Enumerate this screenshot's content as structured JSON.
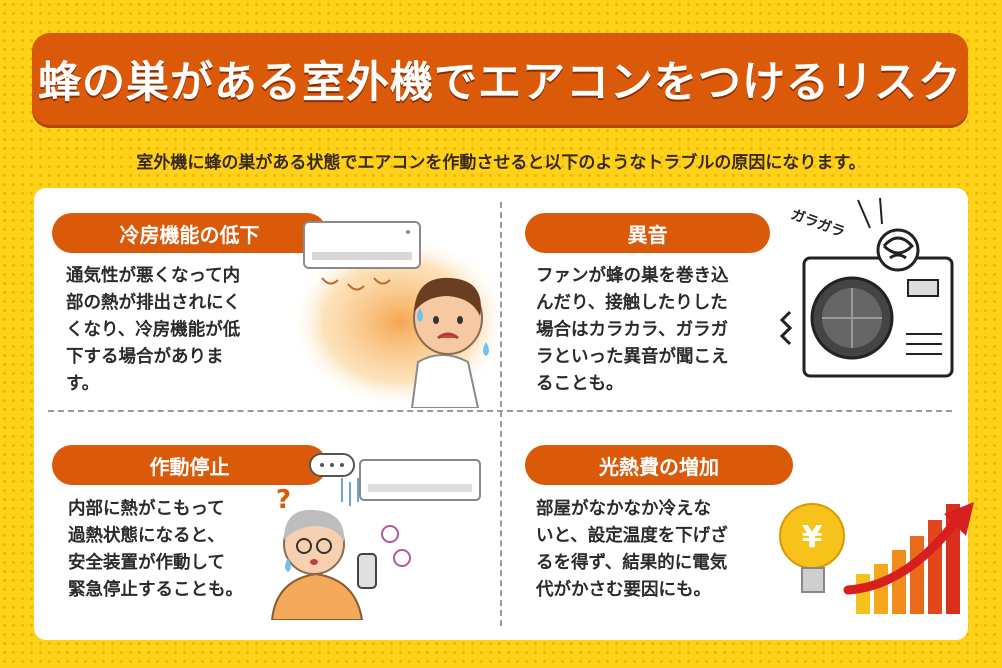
{
  "header": {
    "title": "蜂の巣がある室外機でエアコンをつけるリスク",
    "subtitle": "室外機に蜂の巣がある状態でエアコンを作動させると以下のようなトラブルの原因になります。"
  },
  "sections": [
    {
      "heading": "冷房機能の低下",
      "body": "通気性が悪くなって内\n部の熱が排出されにく\nくなり、冷房機能が低\n下する場合がありま\nす。",
      "illustration": "air-conditioner-hot-boy"
    },
    {
      "heading": "異音",
      "body": "ファンが蜂の巣を巻き込\nんだり、接触したりした\n場合はカラカラ、ガラガ\nラといった異音が聞こえ\nることも。",
      "illustration": "outdoor-unit-with-nest",
      "sound_label": "ガラガラ"
    },
    {
      "heading": "作動停止",
      "body": "内部に熱がこもって\n過熱状態になると、\n安全装置が作動して\n緊急停止することも。",
      "illustration": "stopped-ac-confused-woman"
    },
    {
      "heading": "光熱費の増加",
      "body": "部屋がなかなか冷えな\nいと、設定温度を下げざ\nるを得ず、結果的に電気\n代がかさむ要因にも。",
      "illustration": "yen-bulb-rising-bars",
      "currency_symbol": "¥"
    }
  ],
  "colors": {
    "background": "#ffd21a",
    "accent": "#db5a09",
    "panel": "#ffffff"
  }
}
